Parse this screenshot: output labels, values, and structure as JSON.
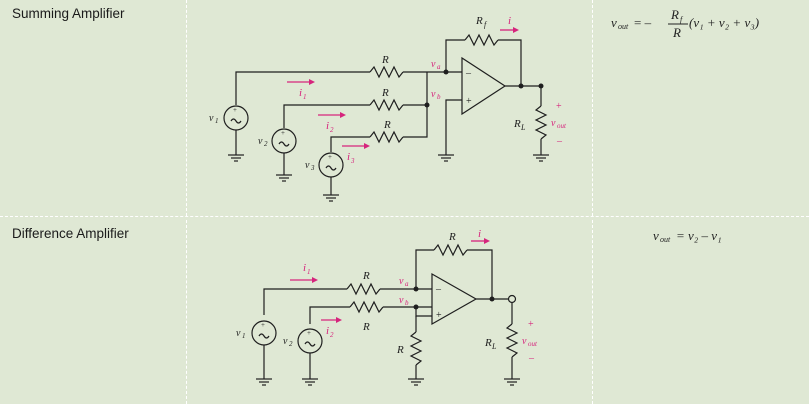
{
  "rows": [
    {
      "title": "Summing Amplifier",
      "labels": {
        "R1": "R",
        "R2": "R",
        "R3": "R",
        "Rf": "R",
        "Rf_sub": "f",
        "RL": "R",
        "RL_sub": "L",
        "va": "v",
        "va_sub": "a",
        "vb": "v",
        "vb_sub": "b",
        "v1": "v",
        "v1_sub": "1",
        "v2": "v",
        "v2_sub": "2",
        "v3": "v",
        "v3_sub": "3",
        "i": "i",
        "i1": "i",
        "i1_sub": "1",
        "i2": "i",
        "i2_sub": "2",
        "i3": "i",
        "i3_sub": "3",
        "vout": "v",
        "vout_sub": "out",
        "plus": "+",
        "minus": "–",
        "op_minus": "–",
        "op_plus": "+"
      },
      "formula": {
        "lhs": "v",
        "lhs_sub": "out",
        "eq": " = –",
        "num": "R",
        "num_sub": "f",
        "den": "R",
        "rhs": "(v₁ + v₂ + v₃)"
      }
    },
    {
      "title": "Difference Amplifier",
      "labels": {
        "R1": "R",
        "R2": "R",
        "R3": "R",
        "Rf": "R",
        "RL": "R",
        "RL_sub": "L",
        "va": "v",
        "va_sub": "a",
        "vb": "v",
        "vb_sub": "b",
        "v1": "v",
        "v1_sub": "1",
        "v2": "v",
        "v2_sub": "2",
        "i": "i",
        "i1": "i",
        "i1_sub": "1",
        "i2": "i",
        "i2_sub": "2",
        "vout": "v",
        "vout_sub": "out",
        "plus": "+",
        "minus": "–",
        "op_minus": "–",
        "op_plus": "+"
      },
      "formula": {
        "text": "vₒᵤₜ = v₂ – v₁",
        "lhs": "v",
        "lhs_sub": "out",
        "rhs": " = v₂ – v₁"
      }
    }
  ]
}
